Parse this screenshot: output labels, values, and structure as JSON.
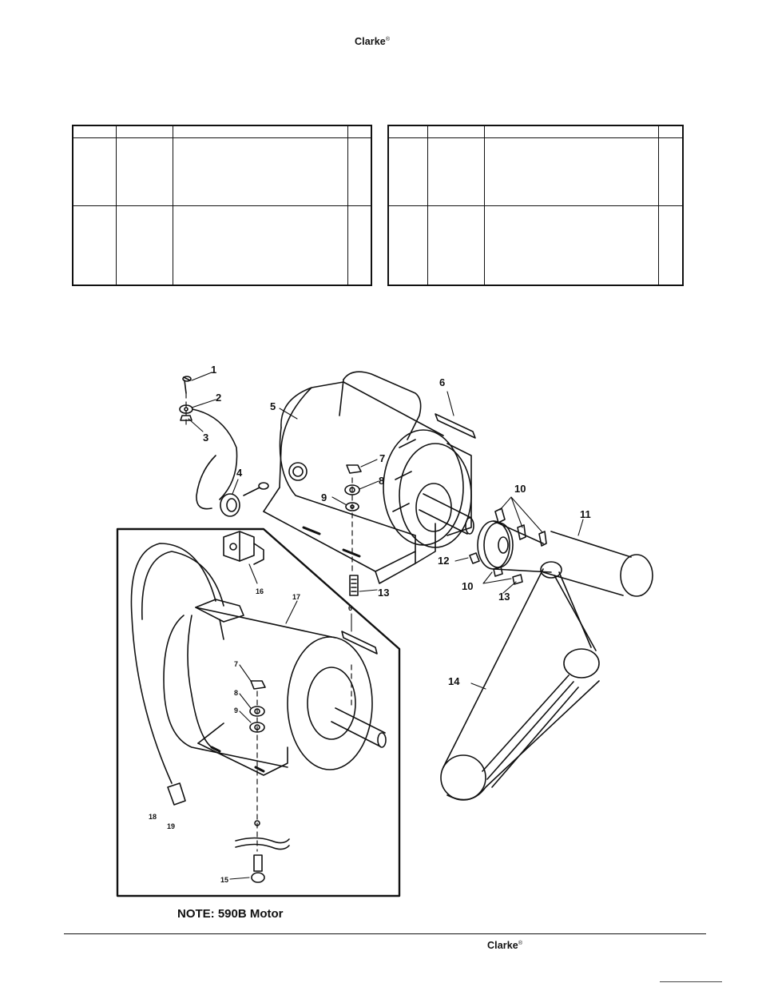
{
  "header": {
    "brand": "Clarke",
    "reg": "®"
  },
  "footer": {
    "brand": "Clarke",
    "reg": "®"
  },
  "figure": {
    "note": "NOTE: 590B Motor",
    "callouts": [
      "1",
      "2",
      "3",
      "4",
      "5",
      "6",
      "7",
      "8",
      "9",
      "10",
      "11",
      "12",
      "10",
      "13",
      "14",
      "13",
      "6",
      "7",
      "8",
      "9",
      "16",
      "17",
      "18",
      "19",
      "15"
    ]
  }
}
